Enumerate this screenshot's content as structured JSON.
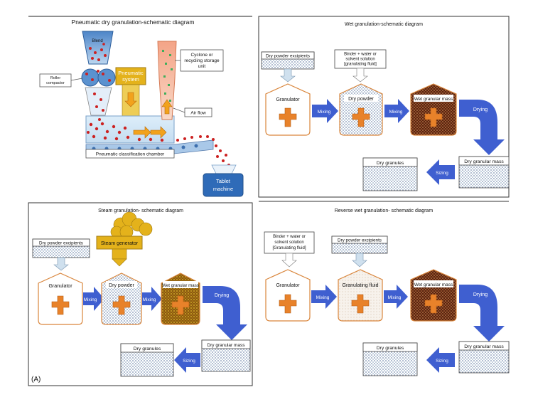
{
  "panel_label": "(A)",
  "colors": {
    "blue_arrow": "#3f5fd0",
    "blower": "#2f6bb8",
    "gold": "#e4b21b",
    "orange": "#e8822a",
    "red_particle": "#cc2121",
    "box_border": "#444444"
  },
  "pneumatic": {
    "title": "Pneumatic dry granulation-schematic diagram",
    "blend": "Blend",
    "roller": [
      "Roller",
      "compactor"
    ],
    "system": [
      "Pneumatic",
      "system"
    ],
    "cyclone": [
      "Cyclone or",
      "recycling storage",
      "unit"
    ],
    "air_flow": "Air flow",
    "chamber": "Pneumatic classification chamber",
    "tablet": [
      "Tablet",
      "machine"
    ]
  },
  "wet": {
    "title": "Wet granulation-schematic diagram",
    "input1": "Dry powder excipients",
    "input2": [
      "Binder + water or",
      "solvent solution",
      "[granulating fluid]"
    ],
    "vessel1": "Granulator",
    "vessel2": "Dry powder",
    "vessel3": "Wet granular mass",
    "arrow1": "Mixing",
    "arrow2": "Mixing",
    "drying": "Drying",
    "mass": "Dry granular mass",
    "sizing": "Sizing",
    "product": "Dry granules"
  },
  "steam": {
    "title": "Steam granulation- schematic diagram",
    "input1": "Dry powder excipients",
    "generator": "Steam generator",
    "vessel1": "Granulator",
    "vessel2": "Dry powder",
    "vessel3": "Wet granular mass",
    "arrow1": "Mixing",
    "arrow2": "Mixing",
    "drying": "Drying",
    "mass": "Dry granular mass",
    "sizing": "Sizing",
    "product": "Dry granules"
  },
  "reverse": {
    "title": "Reverse wet granulation- schematic diagram",
    "input1": [
      "Binder + water or",
      "solvent solution",
      "[Granulating fluid]"
    ],
    "input2": "Dry powder excipients",
    "vessel1": "Granulator",
    "vessel2": "Granulating fluid",
    "vessel3": "Wet granular mass",
    "arrow1": "Mixing",
    "arrow2": "Mixing",
    "drying": "Drying",
    "mass": "Dry granular mass",
    "sizing": "Sizing",
    "product": "Dry granules"
  }
}
